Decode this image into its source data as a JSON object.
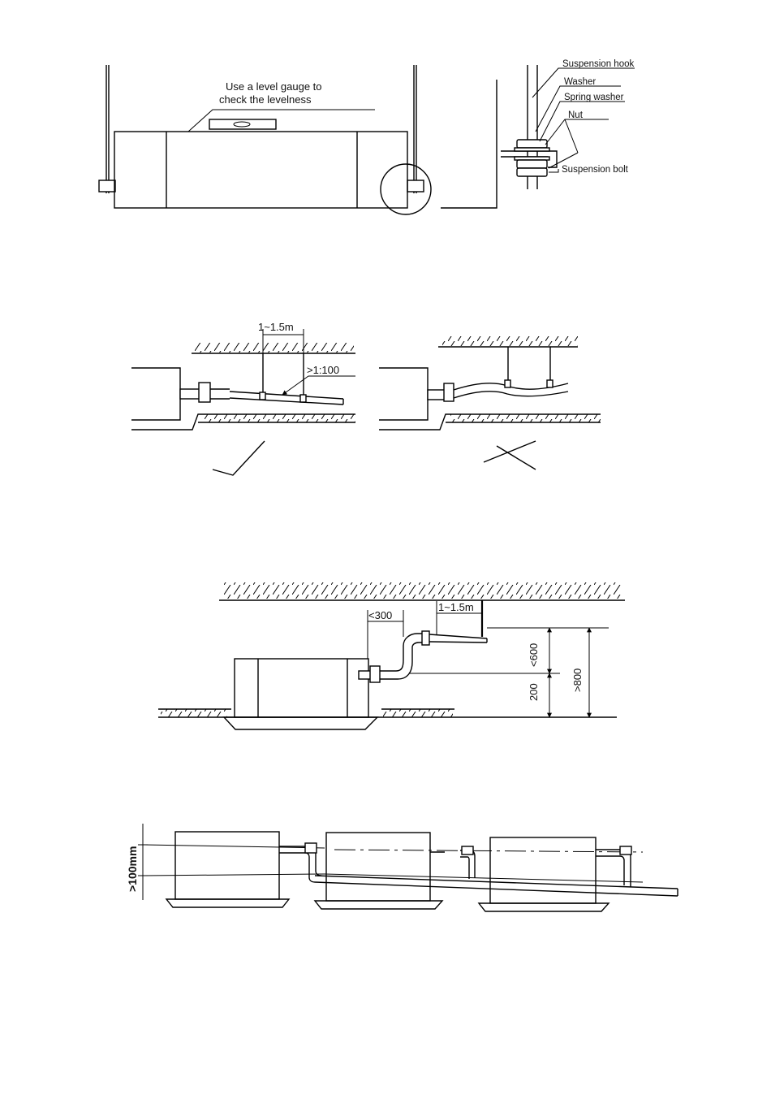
{
  "fig1": {
    "level_note_line1": "Use a level gauge to",
    "level_note_line2": "check the levelness",
    "labels": {
      "hook": "Suspension hook",
      "washer": "Washer",
      "spring_washer": "Spring washer",
      "nut": "Nut",
      "bolt": "Suspension bolt"
    }
  },
  "fig2": {
    "support_spacing": "1~1.5m",
    "slope": ">1:100",
    "correct_mark": "✓",
    "wrong_mark": "✗"
  },
  "fig3": {
    "horizontal_max": "<300",
    "support_spacing": "1~1.5m",
    "rise_max": "<600",
    "base_height": "200",
    "total_min": ">800"
  },
  "fig4": {
    "drop_min": ">100mm"
  }
}
